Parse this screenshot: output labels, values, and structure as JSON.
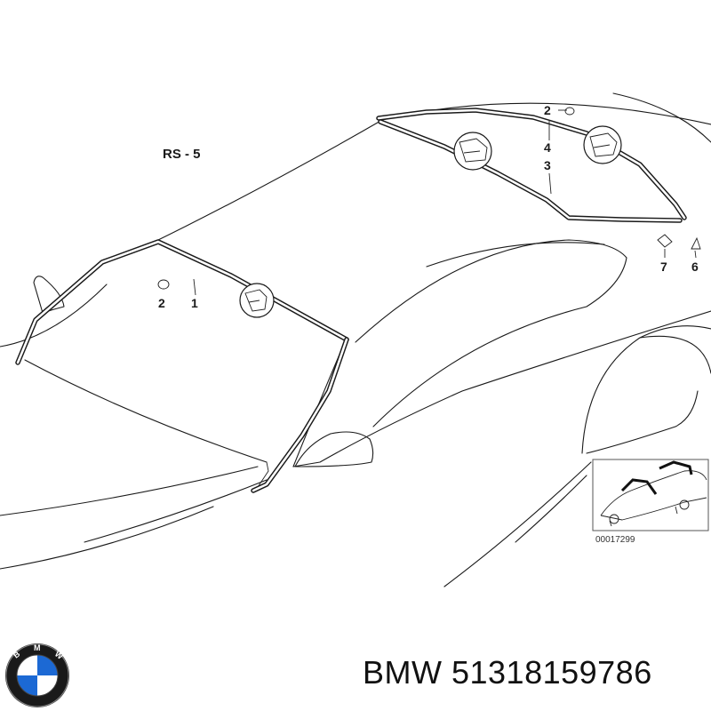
{
  "diagram": {
    "title": "RS - 5",
    "reference_number": "00017299",
    "callouts": {
      "windshield_seal": "1",
      "clip_front": "2",
      "clip_rear": "2",
      "rear_seal_upper": "4",
      "rear_seal_lower": "3",
      "part_7": "7",
      "part_6": "6"
    }
  },
  "footer": {
    "brand": "BMW",
    "part_number": "51318159786",
    "caption": "BMW 51318159786"
  },
  "logo": {
    "text": "BMW",
    "colors": {
      "blue": "#1c69d4",
      "white": "#ffffff",
      "ring": "#000000"
    }
  }
}
